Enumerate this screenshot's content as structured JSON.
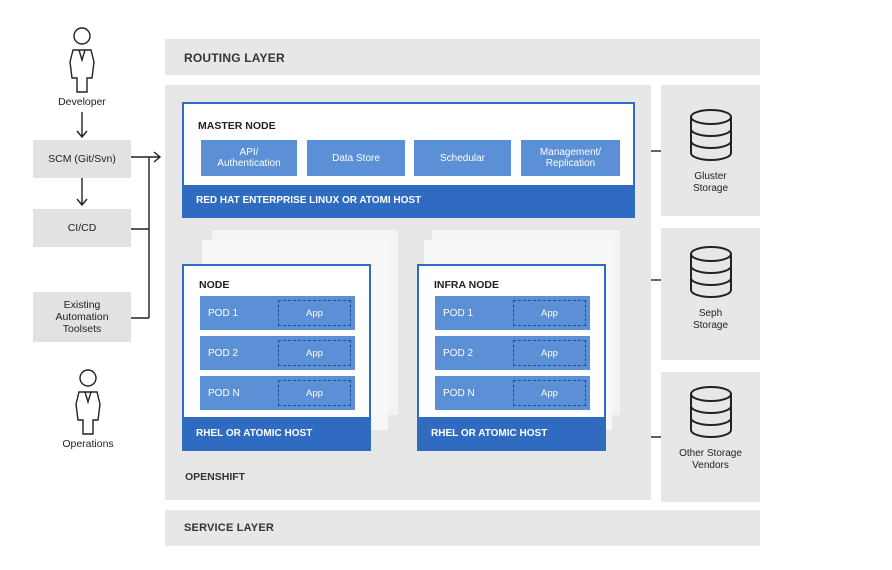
{
  "actors": {
    "developer": "Developer",
    "operations": "Operations"
  },
  "pipeline": {
    "scm": "SCM (Git/Svn)",
    "cicd": "CI/CD",
    "existing": [
      "Existing",
      "Automation",
      "Toolsets"
    ]
  },
  "routing_layer": "ROUTING LAYER",
  "service_layer": "SERVICE LAYER",
  "openshift_label": "OPENSHIFT",
  "master": {
    "title": "MASTER NODE",
    "services": [
      [
        "API/",
        "Authentication"
      ],
      [
        "Data Store"
      ],
      [
        "Schedular"
      ],
      [
        "Management/",
        "Replication"
      ]
    ],
    "footer": "RED HAT ENTERPRISE LINUX OR ATOMI HOST"
  },
  "node": {
    "title": "NODE",
    "pods": [
      "POD 1",
      "POD 2",
      "POD N"
    ],
    "app": "App",
    "footer": "RHEL OR ATOMIC HOST"
  },
  "infra_node": {
    "title": "INFRA NODE",
    "pods": [
      "POD 1",
      "POD 2",
      "POD N"
    ],
    "app": "App",
    "footer": "RHEL OR ATOMIC HOST"
  },
  "storage": [
    [
      "Gluster",
      "Storage"
    ],
    [
      "Seph",
      "Storage"
    ],
    [
      "Other Storage",
      "Vendors"
    ]
  ],
  "colors": {
    "blue_dark": "#2f6cc1",
    "blue_light": "#5b8fd6",
    "gray": "#e7e7e7"
  }
}
